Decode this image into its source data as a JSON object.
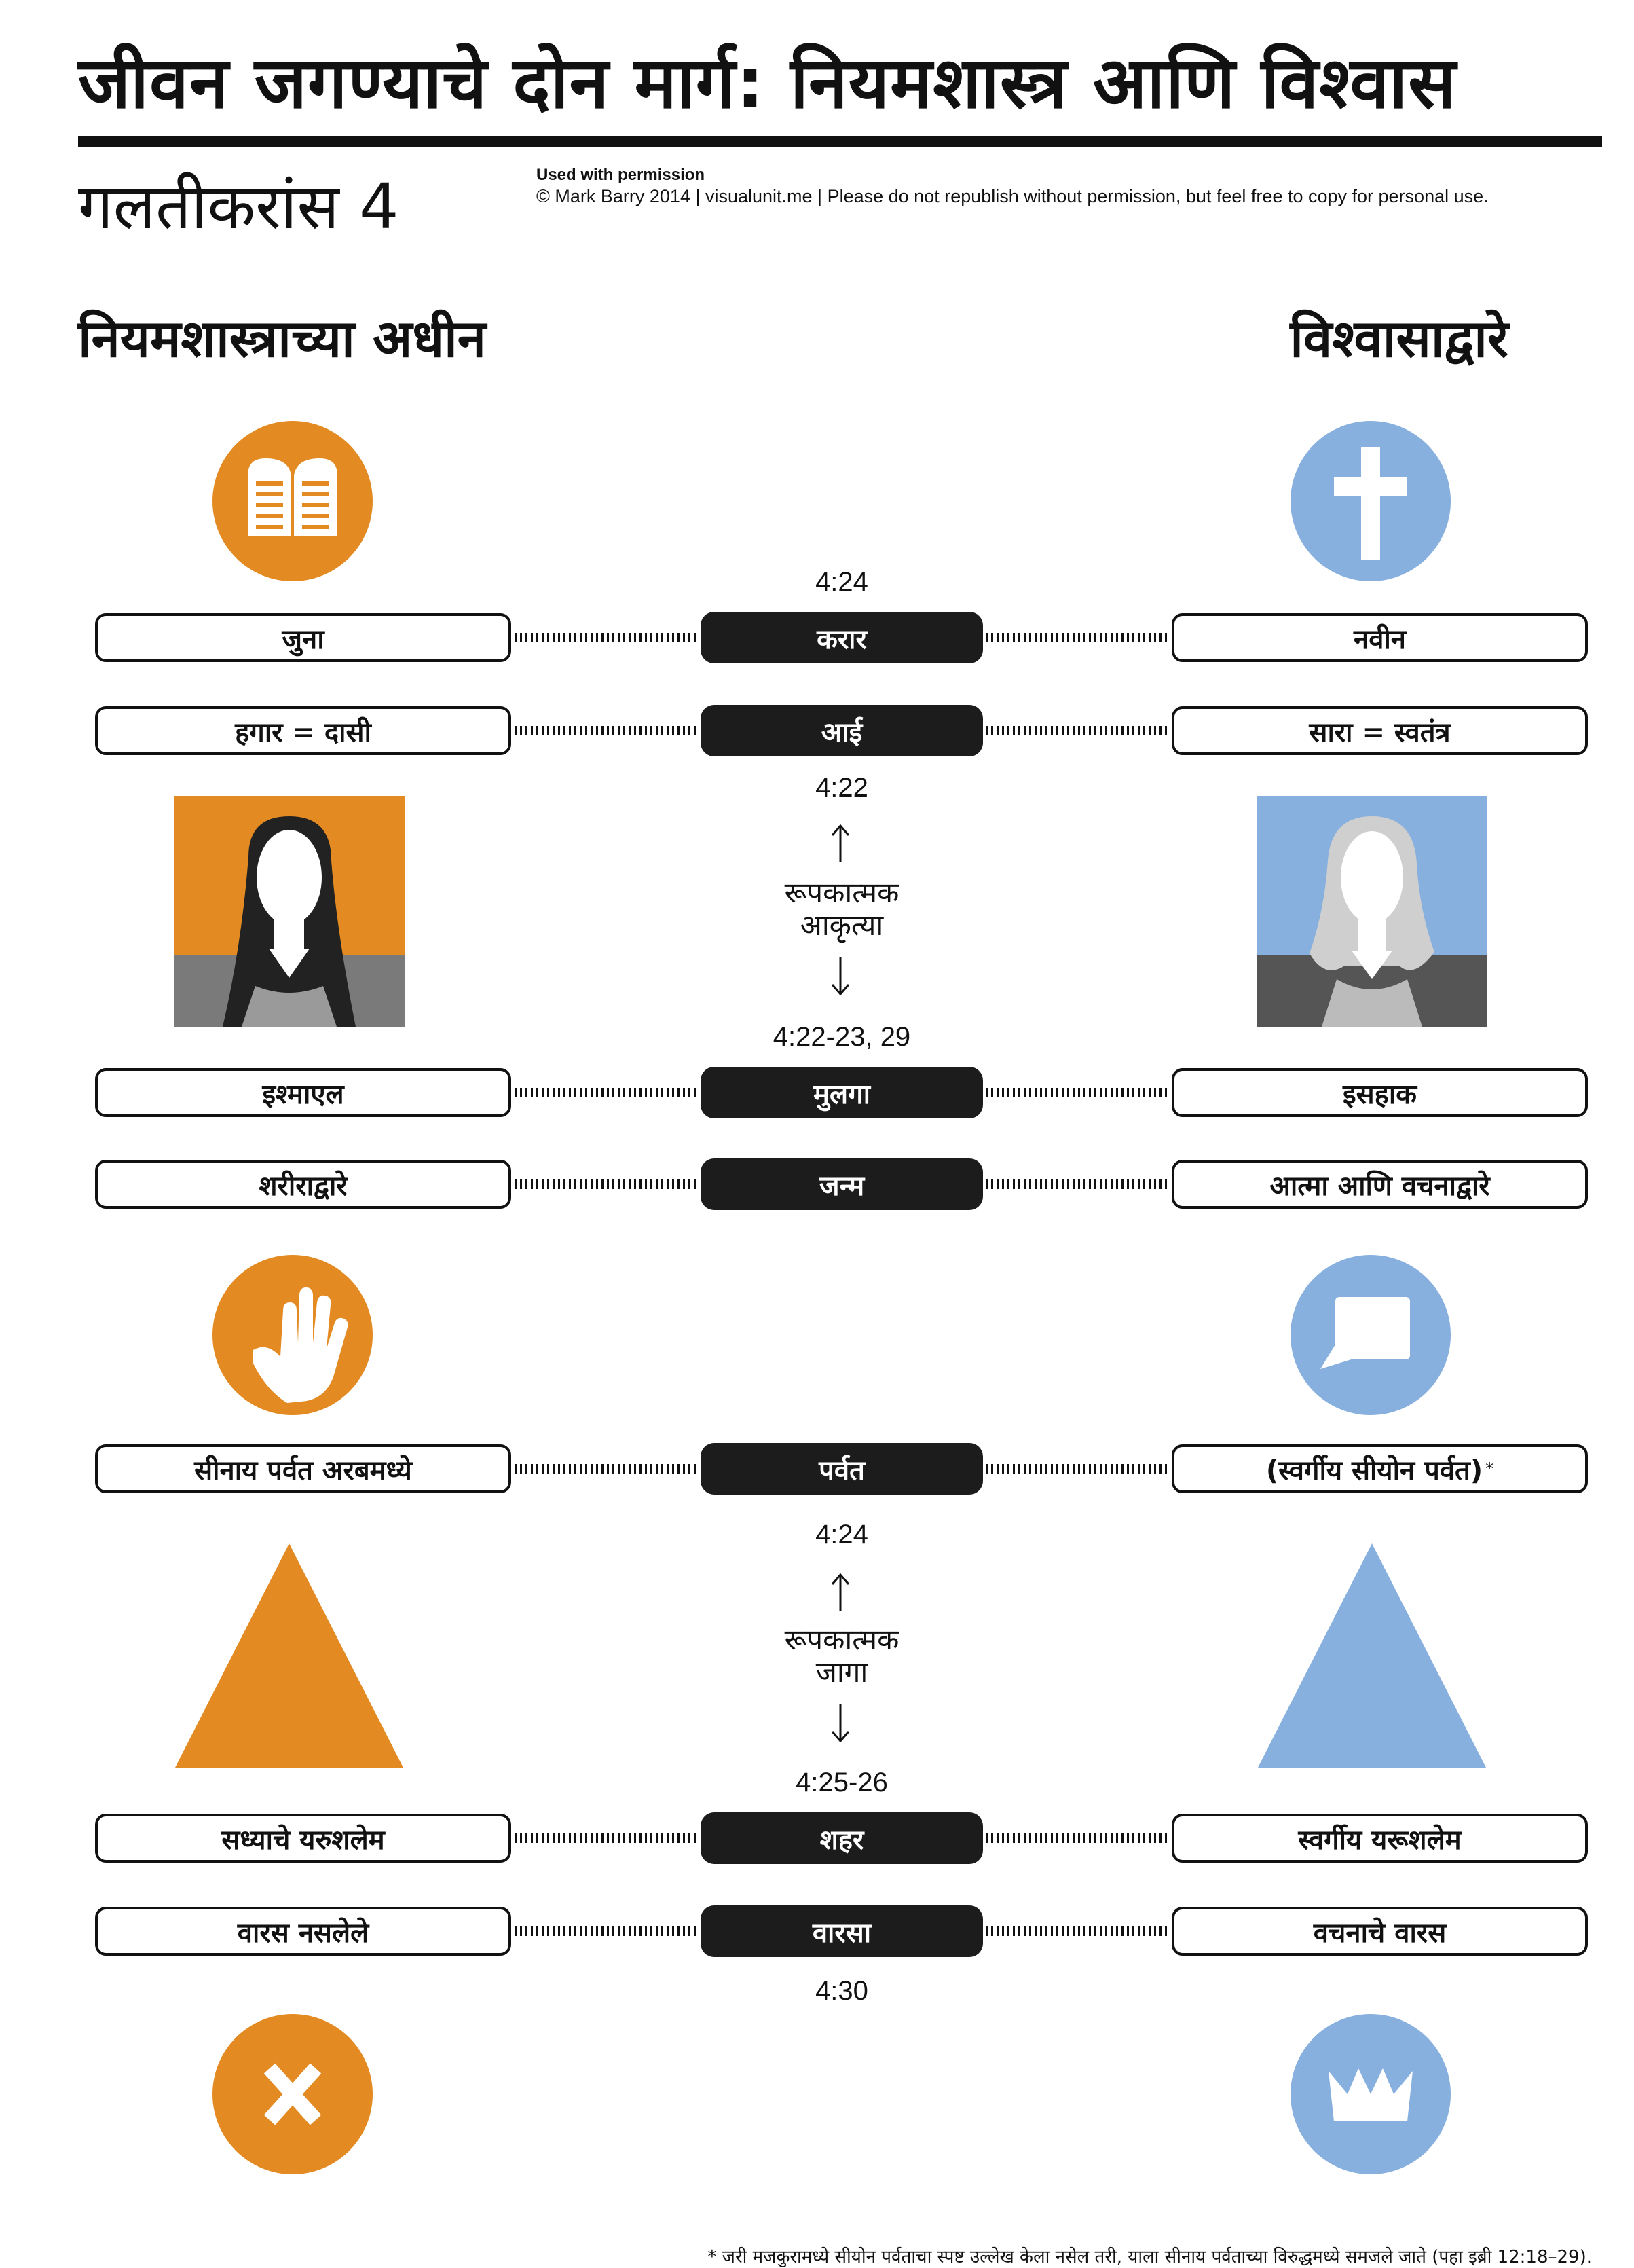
{
  "title": "जीवन जगण्याचे दोन मार्ग: नियमशास्त्र आणि विश्वास",
  "subtitle": "गलतीकरांस 4",
  "permission_label": "Used with permission",
  "credit": "© Mark Barry 2014  |  visualunit.me  |  Please do not republish without permission, but feel free to copy for personal use.",
  "left_heading": "नियमशास्त्राच्या अधीन",
  "right_heading": "विश्वासाद्वारे",
  "colors": {
    "orange": "#e38b22",
    "blue": "#87b0df",
    "dark": "#1c1c1c"
  },
  "icons": {
    "top_left": "tablets-of-law-icon",
    "top_right": "cross-icon",
    "portrait_left": "woman-dark-hair-portrait",
    "portrait_right": "woman-grey-hair-portrait",
    "mid_left": "raised-hand-icon",
    "mid_right": "speech-bubble-icon",
    "mountain_left": "orange-mountain-triangle",
    "mountain_right": "blue-mountain-triangle",
    "bottom_left": "x-icon",
    "bottom_right": "crown-icon"
  },
  "refs": {
    "r1": "4:24",
    "r2": "4:22",
    "r3": "4:22-23, 29",
    "r4": "4:24",
    "r5": "4:25-26",
    "r6": "4:30"
  },
  "figurative_1": [
    "रूपकात्मक",
    "आकृत्या"
  ],
  "figurative_2": [
    "रूपकात्मक",
    "जागा"
  ],
  "rows": [
    {
      "left": "जुना",
      "center": "करार",
      "right": "नवीन"
    },
    {
      "left": "हगार = दासी",
      "center": "आई",
      "right": "सारा = स्वतंत्र"
    },
    {
      "left": "इश्माएल",
      "center": "मुलगा",
      "right": "इसहाक"
    },
    {
      "left": "शरीराद्वारे",
      "center": "जन्म",
      "right": "आत्मा आणि वचनाद्वारे"
    },
    {
      "left": "सीनाय पर्वत   अरबमध्ये",
      "center": "पर्वत",
      "right": "(स्वर्गीय सीयोन पर्वत)",
      "right_mark": "*"
    },
    {
      "left": "सध्याचे यरुशलेम",
      "center": "शहर",
      "right": "स्वर्गीय यरूशलेम"
    },
    {
      "left": "वारस नसलेले",
      "center": "वारसा",
      "right": "वचनाचे वारस"
    }
  ],
  "footnote": "* जरी मजकुरामध्ये सीयोन पर्वताचा स्पष्ट उल्लेख केला नसेल तरी, याला सीनाय पर्वताच्या विरुद्धमध्ये समजले जाते (पहा इब्री 12:18–29)."
}
